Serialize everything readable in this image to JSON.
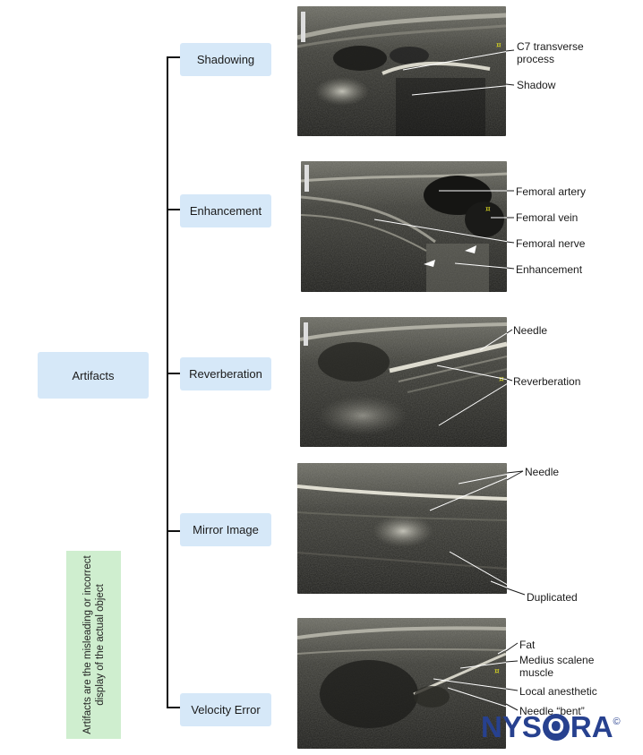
{
  "root": {
    "label": "Artifacts"
  },
  "note": {
    "text": "Artifacts are the misleading or incorrect display of the actual object"
  },
  "categories": [
    {
      "label": "Shadowing",
      "annotations": [
        "C7 transverse process",
        "Shadow"
      ]
    },
    {
      "label": "Enhancement",
      "annotations": [
        "Femoral artery",
        "Femoral vein",
        "Femoral nerve",
        "Enhancement"
      ]
    },
    {
      "label": "Reverberation",
      "annotations": [
        "Needle",
        "Reverberation"
      ]
    },
    {
      "label": "Mirror Image",
      "annotations": [
        "Needle",
        "Duplicated"
      ]
    },
    {
      "label": "Velocity Error",
      "annotations": [
        "Fat",
        "Medius scalene muscle",
        "Local anesthetic",
        "Needle “bent”"
      ]
    }
  ],
  "logo": {
    "text_a": "NYS",
    "text_o": "O",
    "text_r": "R",
    "text_b": "A",
    "mark": "©"
  },
  "colors": {
    "box": "#d6e8f8",
    "note": "#cfeecf",
    "logo": "#27418f"
  }
}
